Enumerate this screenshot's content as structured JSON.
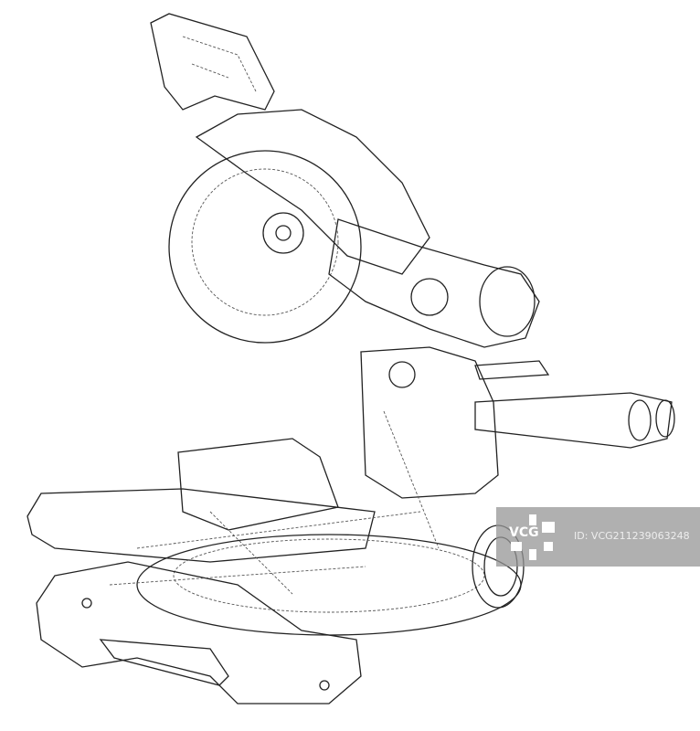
{
  "image": {
    "subject": "miter-saw-wireframe",
    "watermark": {
      "logo_text": "VCG",
      "id_text": "ID: VCG211239063248"
    }
  }
}
